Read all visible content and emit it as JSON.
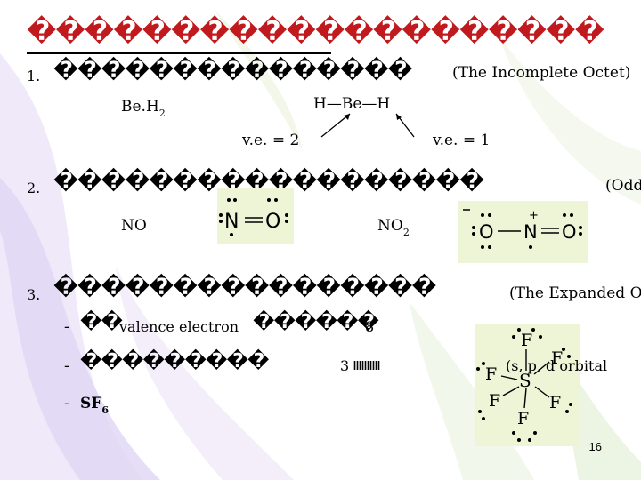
{
  "title": "��������������������",
  "items": [
    {
      "number": "1.",
      "boxes": "���������������",
      "english": "(The Incomplete Octet)",
      "formula_main": "Be.H",
      "formula_sub": "2",
      "structure": "H—Be—H",
      "ve_left": "v.e. = 2",
      "ve_right": "v.e. = 1"
    },
    {
      "number": "2.",
      "boxes": "������������������",
      "english": "(Odd",
      "mol1": "NO",
      "mol2_main": "NO",
      "mol2_sub": "2"
    },
    {
      "number": "3.",
      "boxes": "����������������",
      "english": "(The Expanded O",
      "b1_dash": "-",
      "b1_boxes": "��",
      "b1_text": "valence electron",
      "b1_boxes2": "������",
      "b1_num": "8",
      "b2_dash": "-",
      "b2_boxes": "���������",
      "b2_num": "3",
      "b2_boxes2": "ıııııııııı",
      "b2_text": "(s, p, d orbital",
      "b3_dash": "-",
      "b3_main": "SF",
      "b3_sub": "6"
    }
  ],
  "page_number": "16",
  "colors": {
    "title": "#c0191e",
    "lewis_bg": "#eef4d6"
  }
}
